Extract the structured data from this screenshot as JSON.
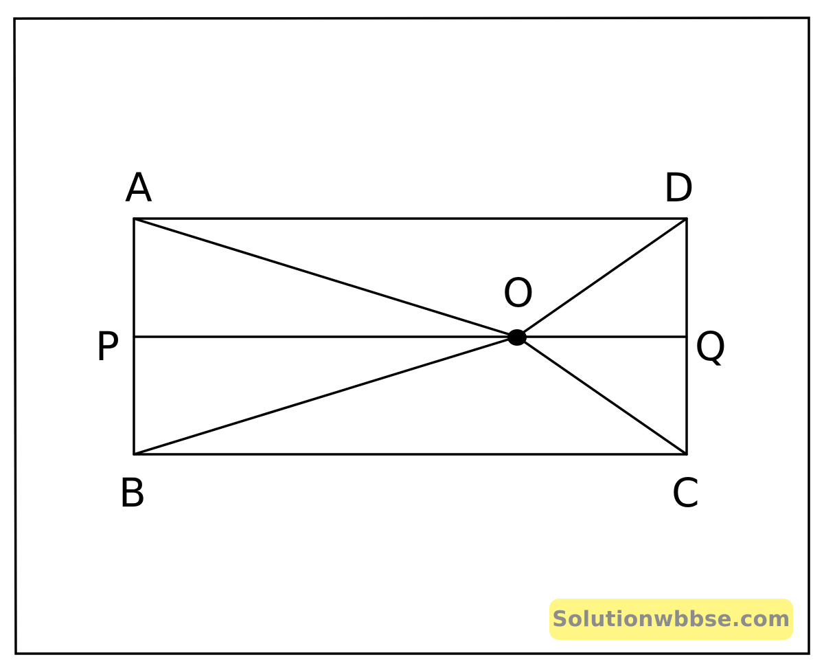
{
  "diagram": {
    "labels": {
      "A": "A",
      "B": "B",
      "C": "C",
      "D": "D",
      "O": "O",
      "P": "P",
      "Q": "Q"
    }
  },
  "watermark": {
    "text": "Solutionwbbse.com",
    "background_color": "#fff685",
    "text_color": "#8c8c8c"
  },
  "colors": {
    "stroke": "#000000",
    "background": "#ffffff"
  }
}
